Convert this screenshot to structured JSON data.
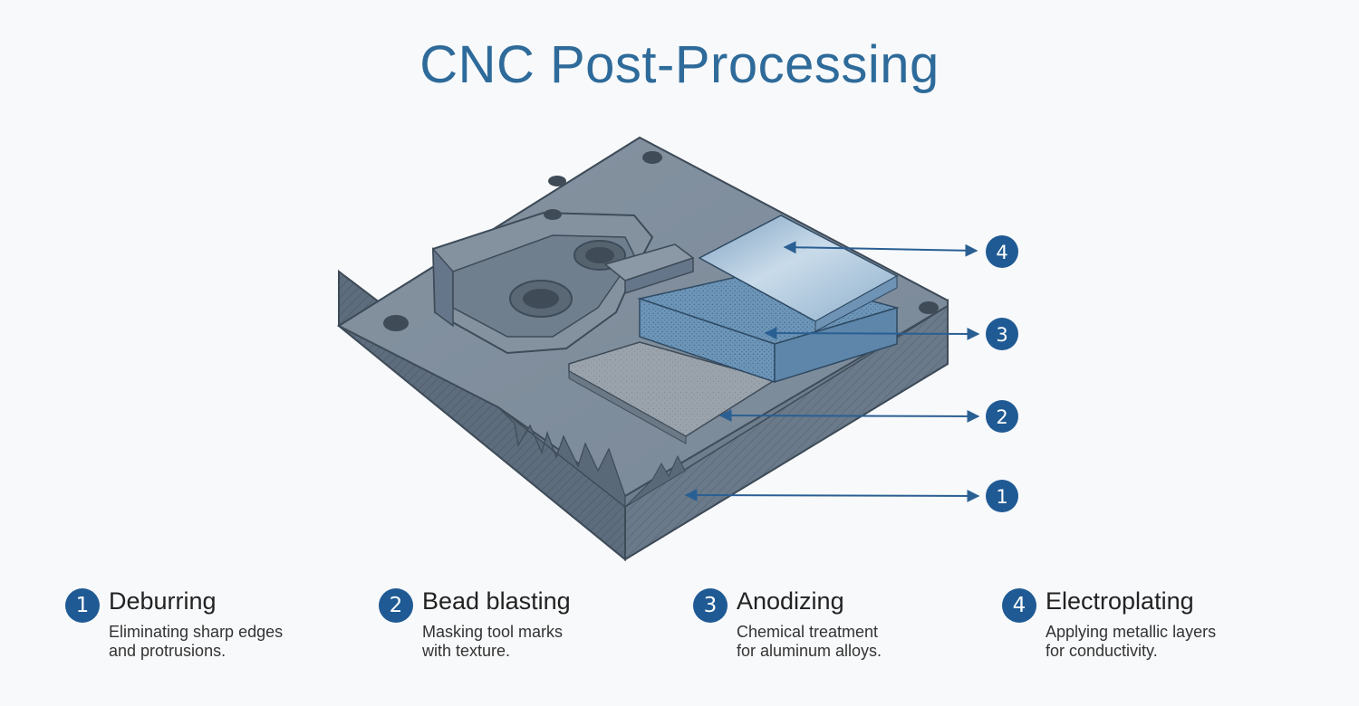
{
  "title": "CNC Post-Processing",
  "callouts": [
    "4",
    "3",
    "2",
    "1"
  ],
  "steps": [
    {
      "number": "1",
      "title": "Deburring",
      "desc_line1": "Eliminating sharp edges",
      "desc_line2": "and protrusions."
    },
    {
      "number": "2",
      "title": "Bead blasting",
      "desc_line1": "Masking tool marks",
      "desc_line2": "with texture."
    },
    {
      "number": "3",
      "title": "Anodizing",
      "desc_line1": "Chemical treatment",
      "desc_line2": "for aluminum alloys."
    },
    {
      "number": "4",
      "title": "Electroplating",
      "desc_line1": "Applying metallic layers",
      "desc_line2": "for conductivity."
    }
  ],
  "colors": {
    "title": "#2e6b9a",
    "badge": "#1f5a94",
    "arrow": "#2a5f93",
    "metal_top": "#7d8c9b",
    "metal_side": "#5b6b7b"
  }
}
